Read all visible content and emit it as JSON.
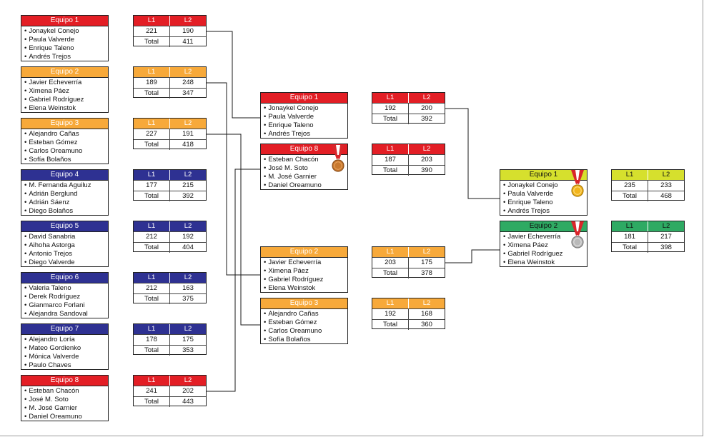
{
  "round1": [
    {
      "title": "Equipo 1",
      "color": "red",
      "members": [
        "Jonaykel Conejo",
        "Paula Valverde",
        "Enrique Taleno",
        "Andrés Trejos"
      ],
      "score": {
        "l1_label": "L1",
        "l2_label": "L2",
        "l1": "221",
        "l2": "190",
        "total_label": "Total",
        "total": "411"
      }
    },
    {
      "title": "Equipo 2",
      "color": "orange",
      "members": [
        "Javier Echeverría",
        "Ximena Páez",
        "Gabriel Rodríguez",
        "Elena Weinstok"
      ],
      "score": {
        "l1_label": "L1",
        "l2_label": "L2",
        "l1": "189",
        "l2": "248",
        "total_label": "Total",
        "total": "347"
      }
    },
    {
      "title": "Equipo 3",
      "color": "orange",
      "members": [
        "Alejandro Cañas",
        "Esteban Gómez",
        "Carlos Oreamuno",
        "Sofía Bolaños"
      ],
      "score": {
        "l1_label": "L1",
        "l2_label": "L2",
        "l1": "227",
        "l2": "191",
        "total_label": "Total",
        "total": "418"
      }
    },
    {
      "title": "Equipo 4",
      "color": "blue",
      "members": [
        "M. Fernanda Aguiluz",
        "Adrián Berglund",
        "Adrián Sáenz",
        "Diego Bolaños"
      ],
      "score": {
        "l1_label": "L1",
        "l2_label": "L2",
        "l1": "177",
        "l2": "215",
        "total_label": "Total",
        "total": "392"
      }
    },
    {
      "title": "Equipo 5",
      "color": "blue",
      "members": [
        "David Sanabria",
        "Aihoha Astorga",
        "Antonio Trejos",
        "Diego Valverde"
      ],
      "score": {
        "l1_label": "L1",
        "l2_label": "L2",
        "l1": "212",
        "l2": "192",
        "total_label": "Total",
        "total": "404"
      }
    },
    {
      "title": "Equipo 6",
      "color": "blue",
      "members": [
        "Valeria Taleno",
        "Derek Rodríguez",
        "Gianmarco Forlani",
        "Alejandra Sandoval"
      ],
      "score": {
        "l1_label": "L1",
        "l2_label": "L2",
        "l1": "212",
        "l2": "163",
        "total_label": "Total",
        "total": "375"
      }
    },
    {
      "title": "Equipo 7",
      "color": "blue",
      "members": [
        "Alejandro Loría",
        "Mateo Gordienko",
        "Mónica Valverde",
        "Paulo Chaves"
      ],
      "score": {
        "l1_label": "L1",
        "l2_label": "L2",
        "l1": "178",
        "l2": "175",
        "total_label": "Total",
        "total": "353"
      }
    },
    {
      "title": "Equipo 8",
      "color": "red",
      "members": [
        "Esteban Chacón",
        "José M. Soto",
        "M. José Garnier",
        "Daniel Oreamuno"
      ],
      "score": {
        "l1_label": "L1",
        "l2_label": "L2",
        "l1": "241",
        "l2": "202",
        "total_label": "Total",
        "total": "443"
      }
    }
  ],
  "round2": [
    {
      "title": "Equipo 1",
      "color": "red",
      "members": [
        "Jonaykel Conejo",
        "Paula Valverde",
        "Enrique Taleno",
        "Andrés Trejos"
      ],
      "score": {
        "l1_label": "L1",
        "l2_label": "L2",
        "l1": "192",
        "l2": "200",
        "total_label": "Total",
        "total": "392"
      }
    },
    {
      "title": "Equipo 8",
      "color": "red",
      "members": [
        "Esteban Chacón",
        "José M. Soto",
        "M. José Garnier",
        "Daniel Oreamuno"
      ],
      "score": {
        "l1_label": "L1",
        "l2_label": "L2",
        "l1": "187",
        "l2": "203",
        "total_label": "Total",
        "total": "390"
      },
      "medal": "bronze"
    },
    {
      "title": "Equipo 2",
      "color": "orange",
      "members": [
        "Javier Echeverría",
        "Ximena Páez",
        "Gabriel Rodríguez",
        "Elena Weinstok"
      ],
      "score": {
        "l1_label": "L1",
        "l2_label": "L2",
        "l1": "203",
        "l2": "175",
        "total_label": "Total",
        "total": "378"
      }
    },
    {
      "title": "Equipo 3",
      "color": "orange",
      "members": [
        "Alejandro Cañas",
        "Esteban Gómez",
        "Carlos Oreamuno",
        "Sofía Bolaños"
      ],
      "score": {
        "l1_label": "L1",
        "l2_label": "L2",
        "l1": "192",
        "l2": "168",
        "total_label": "Total",
        "total": "360"
      }
    }
  ],
  "final": [
    {
      "title": "Equipo 1",
      "color": "lime",
      "members": [
        "Jonaykel Conejo",
        "Paula Valverde",
        "Enrique Taleno",
        "Andrés Trejos"
      ],
      "score": {
        "l1_label": "L1",
        "l2_label": "L2",
        "l1": "235",
        "l2": "233",
        "total_label": "Total",
        "total": "468"
      },
      "medal": "gold"
    },
    {
      "title": "Equipo 2",
      "color": "green",
      "members": [
        "Javier Echeverría",
        "Ximena Páez",
        "Gabriel Rodríguez",
        "Elena Weinstok"
      ],
      "score": {
        "l1_label": "L1",
        "l2_label": "L2",
        "l1": "181",
        "l2": "217",
        "total_label": "Total",
        "total": "398"
      },
      "medal": "silver"
    }
  ],
  "colors": {
    "red": "#e31e25",
    "orange": "#f7a93a",
    "blue": "#2e3192",
    "lime": "#d6e02d",
    "green": "#2eaa63",
    "gold": "#f2b51c",
    "silver": "#b9b9b9",
    "bronze": "#c8792f"
  },
  "icons": {
    "medal": "medal-icon"
  }
}
